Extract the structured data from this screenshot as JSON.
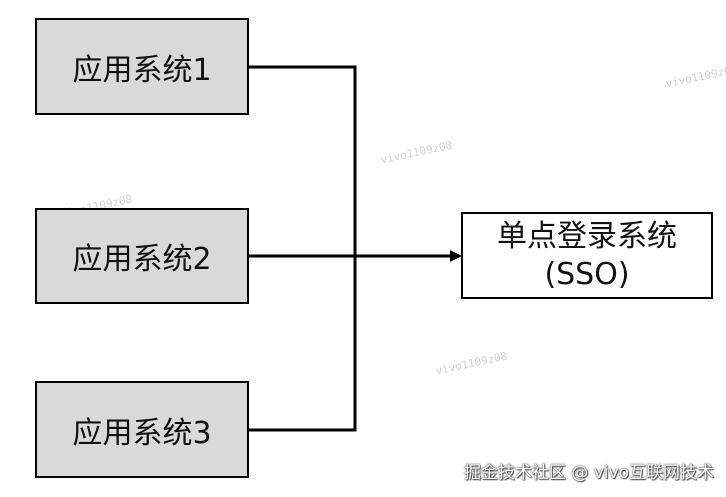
{
  "diagram": {
    "apps": [
      {
        "label": "应用系统1"
      },
      {
        "label": "应用系统2"
      },
      {
        "label": "应用系统3"
      }
    ],
    "sso": {
      "line1": "单点登录系统",
      "line2": "(SSO)"
    }
  },
  "watermark_text": "vivo1109z08",
  "credit": "掘金技术社区 @ vivo互联网技术",
  "colors": {
    "app_fill": "#d9d9d9",
    "border": "#000000",
    "sso_fill": "#ffffff"
  }
}
